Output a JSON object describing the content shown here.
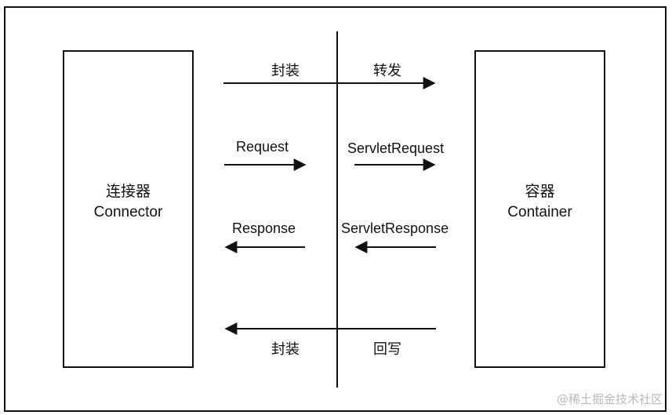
{
  "connector": {
    "title_cn": "连接器",
    "title_en": "Connector"
  },
  "container": {
    "title_cn": "容器",
    "title_en": "Container"
  },
  "flows": {
    "top_left": "封装",
    "top_right": "转发",
    "request_left": "Request",
    "request_right": "ServletRequest",
    "response_left": "Response",
    "response_right": "ServletResponse",
    "bottom_left": "封装",
    "bottom_right": "回写"
  },
  "watermark": "@稀土掘金技术社区"
}
